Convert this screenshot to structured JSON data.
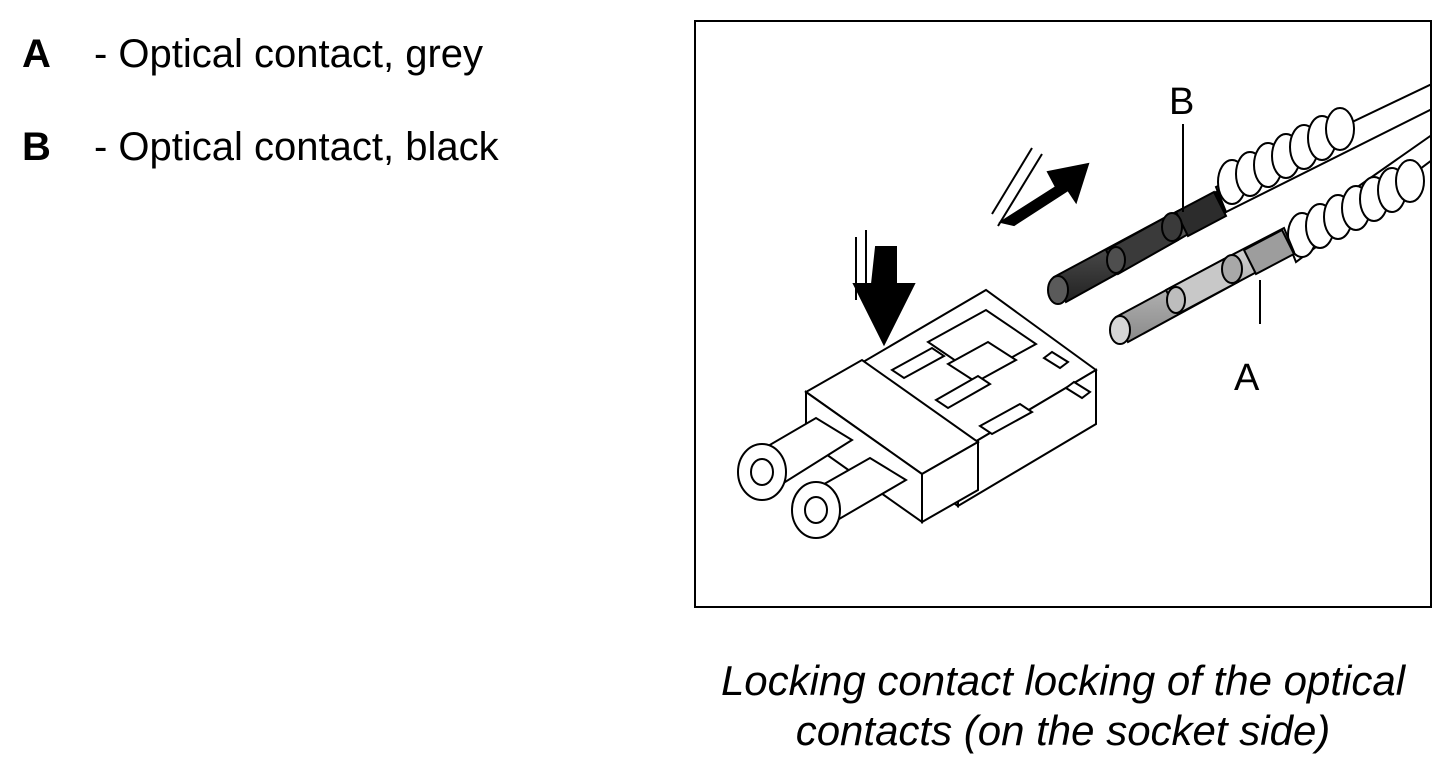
{
  "legend": {
    "items": [
      {
        "key": "A",
        "description": "- Optical contact, grey"
      },
      {
        "key": "B",
        "description": "- Optical contact, black"
      }
    ]
  },
  "figure": {
    "callouts": {
      "a": "A",
      "b": "B"
    },
    "colors": {
      "grey_contact": "#b3b3b3",
      "black_contact": "#4a4a4a"
    }
  },
  "caption": {
    "line1": "Locking contact locking of the optical",
    "line2": "contacts (on the socket side)"
  }
}
